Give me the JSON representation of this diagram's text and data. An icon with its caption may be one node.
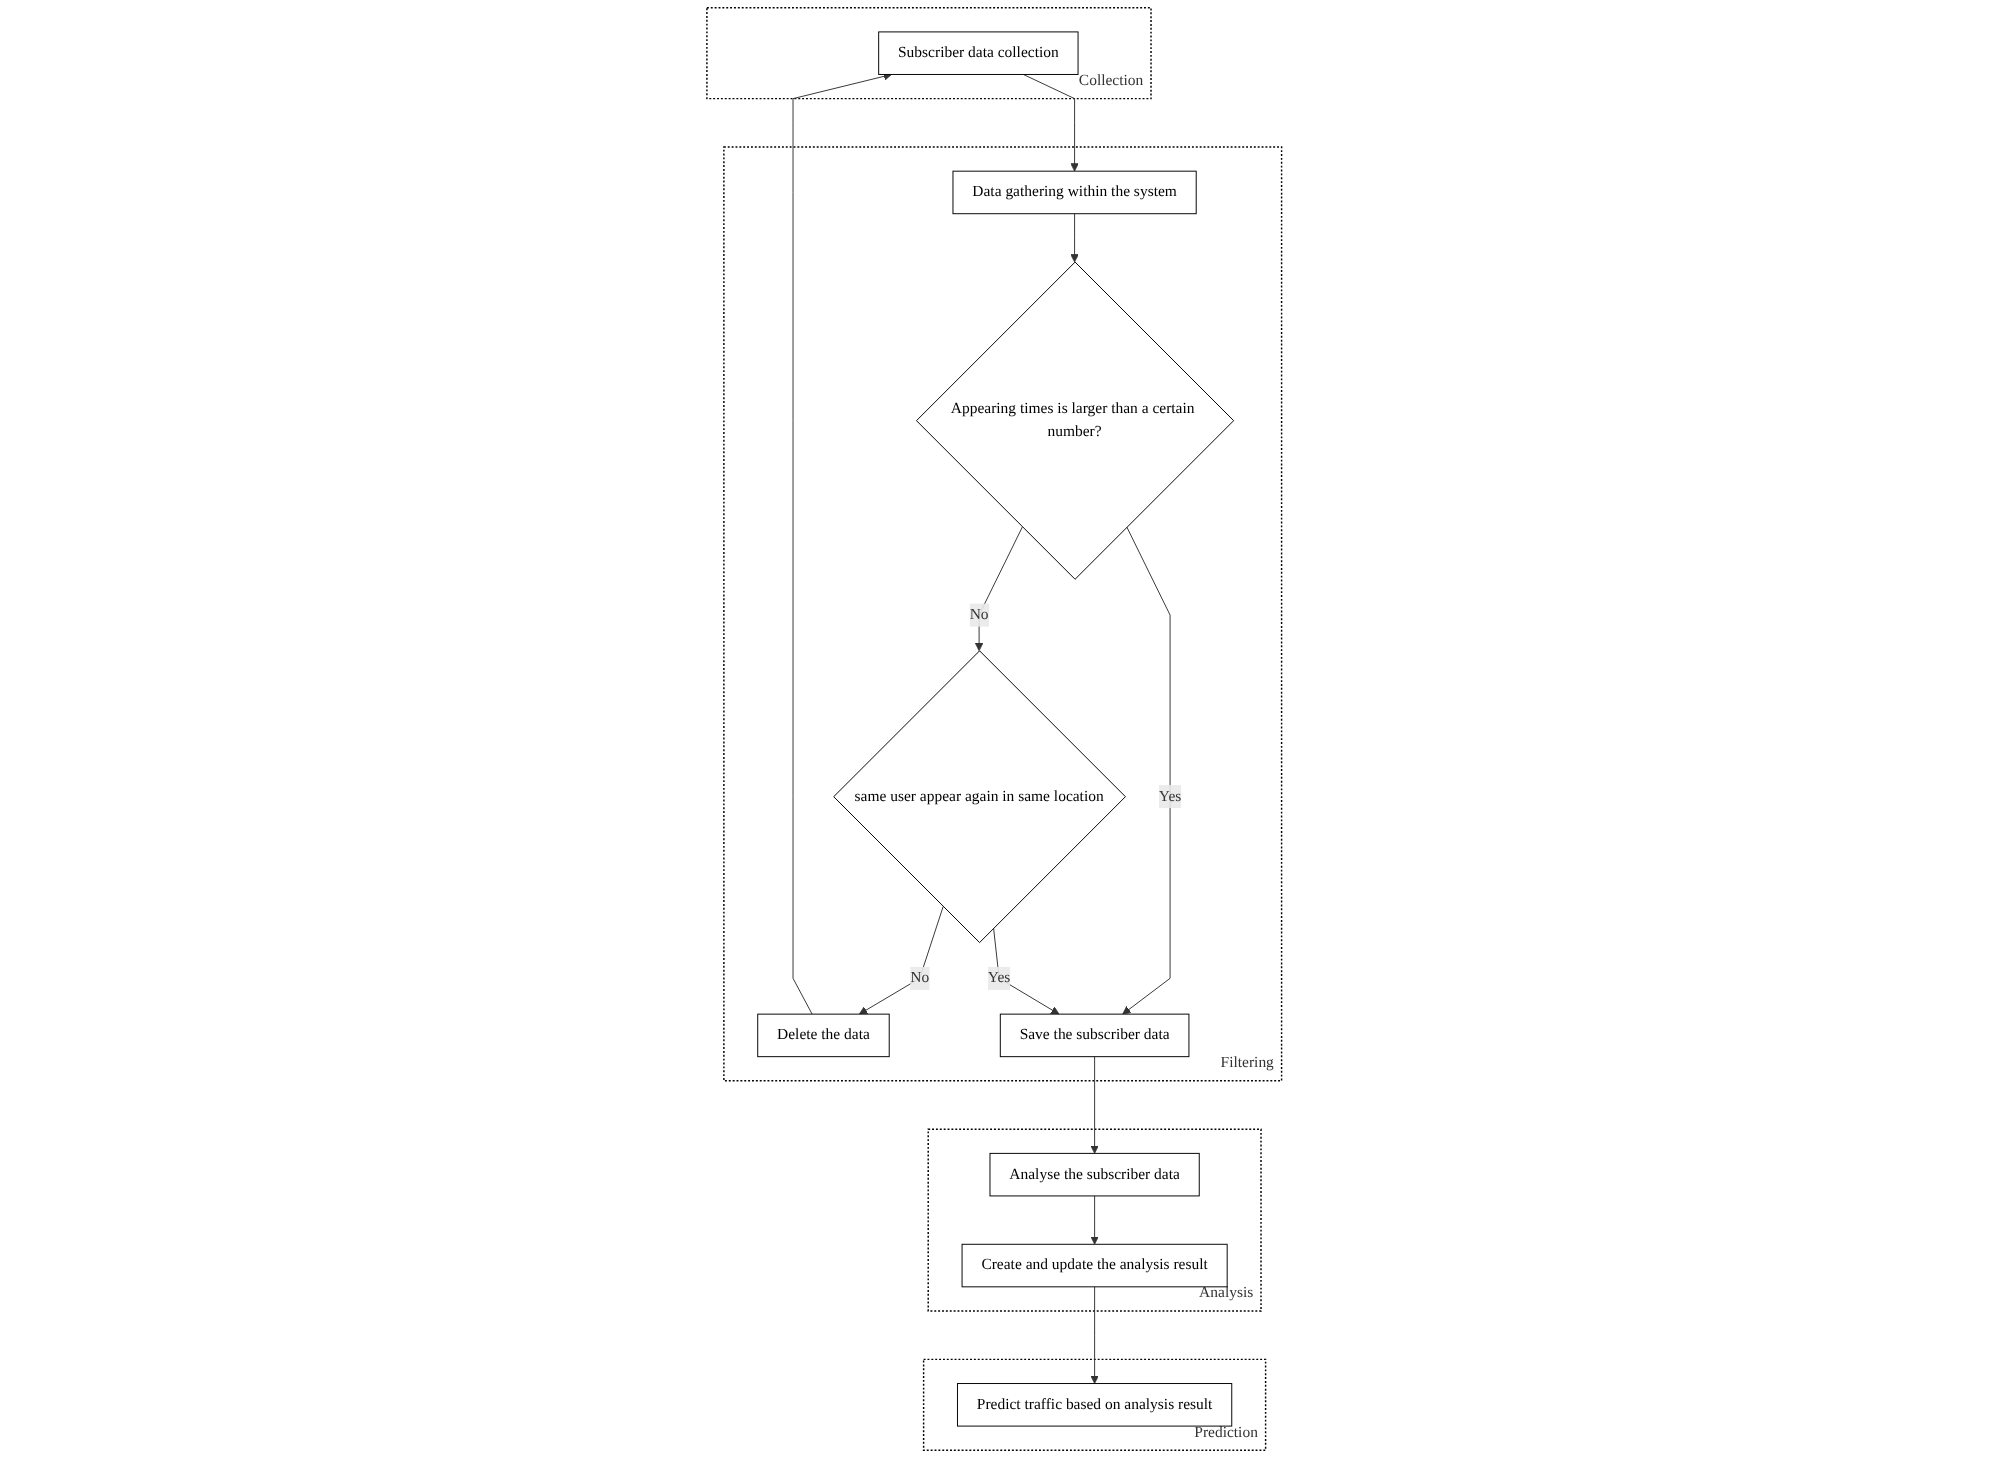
{
  "diagram": {
    "nodes": [
      {
        "text": [
          "Collection"
        ]
      },
      {
        "text": [
          "Subscriber data collection"
        ],
        "in": 0
      },
      {
        "text": [
          "Filtering"
        ]
      },
      {
        "text": [
          "Data gathering within the system"
        ],
        "in": 2
      },
      {
        "text": [
          "Delete the data"
        ],
        "in": 2
      },
      {
        "text": [
          "Appearing times is larger than a certain number?"
        ],
        "in": 2
      },
      {
        "text": [
          "same user appear again in same location"
        ],
        "in": 2
      },
      {
        "text": [
          "Save the subscriber data"
        ],
        "in": 2
      },
      {
        "text": [
          "Analysis"
        ]
      },
      {
        "text": [
          "Analyse the subscriber data"
        ],
        "in": 8
      },
      {
        "text": [
          "Create and update the analysis result"
        ],
        "in": 8
      },
      {
        "text": [
          "Prediction"
        ]
      },
      {
        "text": [
          "Predict traffic based on analysis result"
        ],
        "in": 11
      }
    ],
    "edges": [
      {
        "from": 1,
        "to": 3,
        "arrow": "to"
      },
      {
        "from": 3,
        "to": 5,
        "arrow": "to"
      },
      {
        "from": 5,
        "to": 6,
        "label": "No",
        "arrow": "to"
      },
      {
        "from": 5,
        "to": 7,
        "label": "Yes",
        "arrow": "to"
      },
      {
        "from": 6,
        "to": 4,
        "label": "No",
        "arrow": "to"
      },
      {
        "from": 6,
        "to": 7,
        "label": "Yes",
        "arrow": "to"
      },
      {
        "from": 4,
        "to": 1,
        "arrow": "to"
      },
      {
        "from": 7,
        "to": 9,
        "arrow": "to"
      },
      {
        "from": 9,
        "to": 10,
        "arrow": "to"
      },
      {
        "from": 10,
        "to": 12,
        "arrow": "to"
      }
    ]
  }
}
